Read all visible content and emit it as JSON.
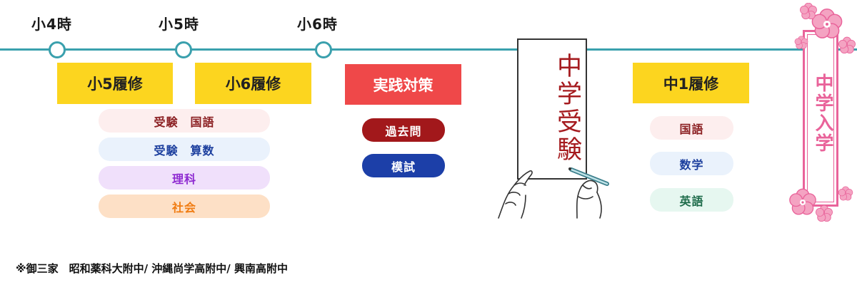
{
  "timeline": {
    "years": [
      "小4時",
      "小5時",
      "小6時"
    ]
  },
  "stages": {
    "g5": "小5履修",
    "g6": "小6履修",
    "practice": "実践対策",
    "j1": "中1履修"
  },
  "subjects": {
    "elementary": [
      "受験　国語",
      "受験　算数",
      "理科",
      "社会"
    ],
    "practice": [
      "過去問",
      "模試"
    ],
    "junior": [
      "国語",
      "数学",
      "英語"
    ]
  },
  "exam_paper_text": "中学受験",
  "admission_banner_text": "中学入学",
  "footnote": "※御三家　昭和薬科大附中/ 沖縄尚学高附中/ 興南高附中",
  "colors": {
    "timeline": "#3aa0ad",
    "yellow": "#fcd51f",
    "red": "#ef4849",
    "exam_text": "#a51b1f",
    "banner": "#e9639a"
  }
}
